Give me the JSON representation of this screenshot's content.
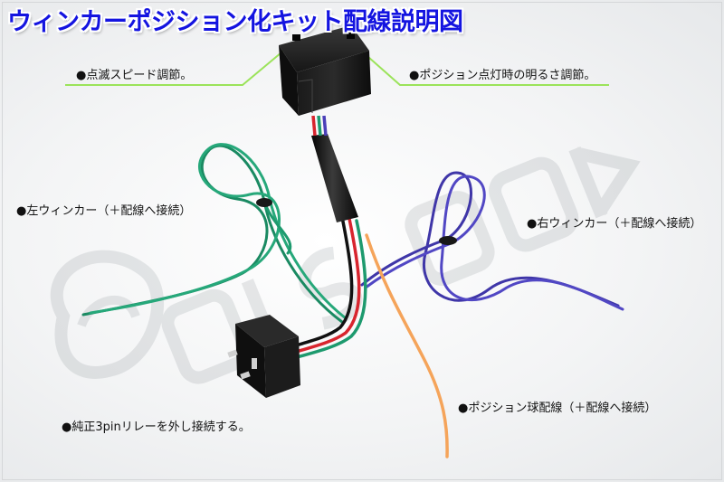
{
  "title": "ウィンカーポジション化キット配線説明図",
  "labels": {
    "blink_speed": "●点滅スピード調節。",
    "brightness": "●ポジション点灯時の明るさ調節。",
    "left_turn": "●左ウィンカー（＋配線へ接続）",
    "right_turn": "●右ウィンカー（＋配線へ接続）",
    "position_bulb": "●ポジション球配線（＋配線へ接続）",
    "relay": "●純正3pinリレーを外し接続する。"
  },
  "colors": {
    "title": "#1414e0",
    "leader_line": "#9be35a",
    "green_wire": "#1d9a6e",
    "blue_wire": "#4a3fb8",
    "orange_wire": "#f5a45a",
    "red_wire": "#d8252e",
    "black_body": "#141414"
  },
  "icons": [
    "watermark-helmet-logo-icon",
    "control-box-icon",
    "relay-connector-icon"
  ]
}
